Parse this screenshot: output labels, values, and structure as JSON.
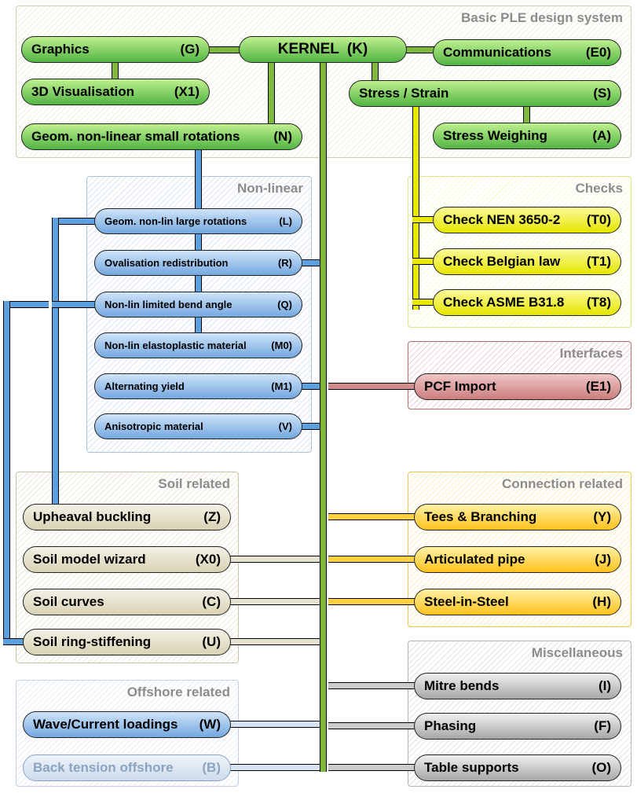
{
  "groups": {
    "basic": "Basic PLE design system",
    "nonlinear": "Non-linear",
    "checks": "Checks",
    "interfaces": "Interfaces",
    "soil": "Soil related",
    "connection": "Connection related",
    "misc": "Miscellaneous",
    "offshore": "Offshore related"
  },
  "modules": {
    "graphics": {
      "label": "Graphics",
      "code": "(G)"
    },
    "kernel": {
      "label": "KERNEL",
      "code": "(K)"
    },
    "communications": {
      "label": "Communications",
      "code": "(E0)"
    },
    "visualisation3d": {
      "label": "3D Visualisation",
      "code": "(X1)"
    },
    "stress_strain": {
      "label": "Stress / Strain",
      "code": "(S)"
    },
    "geom_small": {
      "label": "Geom. non-linear small rotations",
      "code": "(N)"
    },
    "stress_weighing": {
      "label": "Stress Weighing",
      "code": "(A)"
    },
    "geom_large": {
      "label": "Geom. non-lin large rotations",
      "code": "(L)"
    },
    "ovalisation": {
      "label": "Ovalisation redistribution",
      "code": "(R)"
    },
    "bend_angle": {
      "label": "Non-lin limited bend angle",
      "code": "(Q)"
    },
    "elastoplastic": {
      "label": "Non-lin elastoplastic material",
      "code": "(M0)"
    },
    "alternating_yield": {
      "label": "Alternating yield",
      "code": "(M1)"
    },
    "anisotropic": {
      "label": "Anisotropic material",
      "code": "(V)"
    },
    "check_nen": {
      "label": "Check NEN 3650-2",
      "code": "(T0)"
    },
    "check_belgian": {
      "label": "Check Belgian law",
      "code": "(T1)"
    },
    "check_asme": {
      "label": "Check ASME B31.8",
      "code": "(T8)"
    },
    "pcf_import": {
      "label": "PCF Import",
      "code": "(E1)"
    },
    "upheaval": {
      "label": "Upheaval buckling",
      "code": "(Z)"
    },
    "soil_wizard": {
      "label": "Soil model wizard",
      "code": "(X0)"
    },
    "soil_curves": {
      "label": "Soil curves",
      "code": "(C)"
    },
    "soil_ring": {
      "label": "Soil ring-stiffening",
      "code": "(U)"
    },
    "tees": {
      "label": "Tees & Branching",
      "code": "(Y)"
    },
    "articulated": {
      "label": "Articulated pipe",
      "code": "(J)"
    },
    "steel_in_steel": {
      "label": "Steel-in-Steel",
      "code": "(H)"
    },
    "mitre": {
      "label": "Mitre bends",
      "code": "(I)"
    },
    "phasing": {
      "label": "Phasing",
      "code": "(F)"
    },
    "table_supports": {
      "label": "Table supports",
      "code": "(O)"
    },
    "wave_current": {
      "label": "Wave/Current loadings",
      "code": "(W)"
    },
    "back_tension": {
      "label": "Back tension offshore",
      "code": "(B)"
    }
  },
  "colors": {
    "basic": "#52b444",
    "nonlinear": "#74a8e0",
    "checks": "#e6e600",
    "interfaces": "#cc7e7e",
    "soil": "#d8d2b4",
    "connection": "#ffc21c",
    "misc": "#a6a6a6",
    "offshore": "#cedcec"
  }
}
